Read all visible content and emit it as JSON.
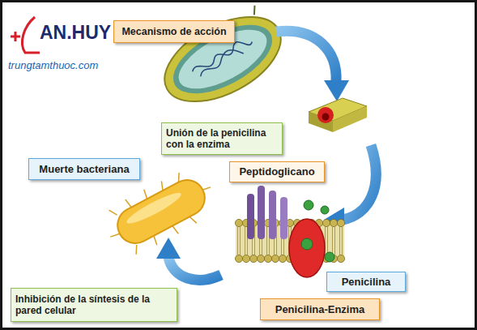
{
  "diagram": {
    "nodes": [
      {
        "text": [
          "Mecanismo de acción"
        ]
      },
      {
        "text": [
          "Unión de la penicilina con la enzima"
        ]
      },
      {
        "text": [
          "Muerte bacteriana"
        ]
      },
      {
        "text": [
          "Peptidoglicano"
        ]
      },
      {
        "text": [
          "Penicilina"
        ]
      },
      {
        "text": [
          "Inhibición de la síntesis de la pared celular"
        ]
      },
      {
        "text": [
          "Penicilina-Enzima"
        ]
      }
    ],
    "labels": [
      "AN.HUY",
      "trungtamthuoc.com"
    ]
  }
}
